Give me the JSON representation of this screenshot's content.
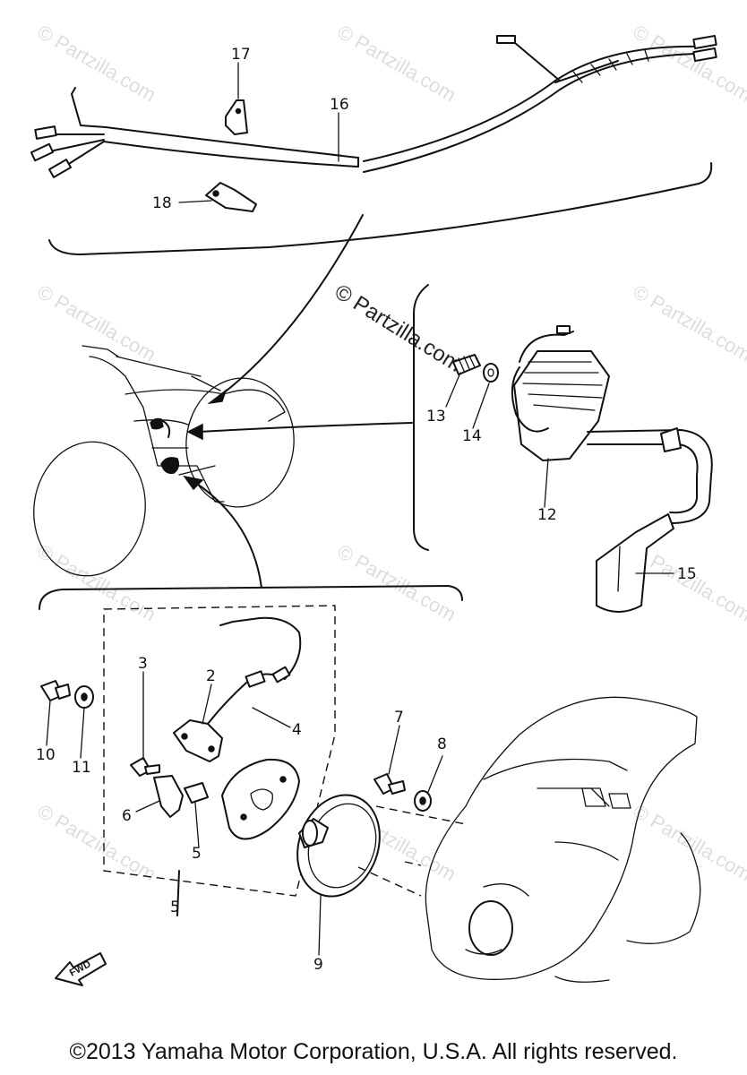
{
  "diagram": {
    "callouts": [
      {
        "id": "c1",
        "label": "17"
      },
      {
        "id": "c2",
        "label": "16"
      },
      {
        "id": "c3",
        "label": "18"
      },
      {
        "id": "c4",
        "label": "13"
      },
      {
        "id": "c5",
        "label": "14"
      },
      {
        "id": "c6",
        "label": "12"
      },
      {
        "id": "c7",
        "label": "15"
      },
      {
        "id": "c8",
        "label": "3"
      },
      {
        "id": "c9",
        "label": "2"
      },
      {
        "id": "c10",
        "label": "4"
      },
      {
        "id": "c11",
        "label": "10"
      },
      {
        "id": "c12",
        "label": "11"
      },
      {
        "id": "c13",
        "label": "6"
      },
      {
        "id": "c14",
        "label": "5"
      },
      {
        "id": "c15",
        "label": "5"
      },
      {
        "id": "c16",
        "label": "7"
      },
      {
        "id": "c17",
        "label": "8"
      },
      {
        "id": "c18",
        "label": "9"
      }
    ],
    "fwd_label": "FWD",
    "watermark_center": "© Partzilla.com",
    "watermark": "© Partzilla.com"
  },
  "footer": {
    "copyright": "©2013 Yamaha Motor Corporation, U.S.A. All rights reserved."
  }
}
